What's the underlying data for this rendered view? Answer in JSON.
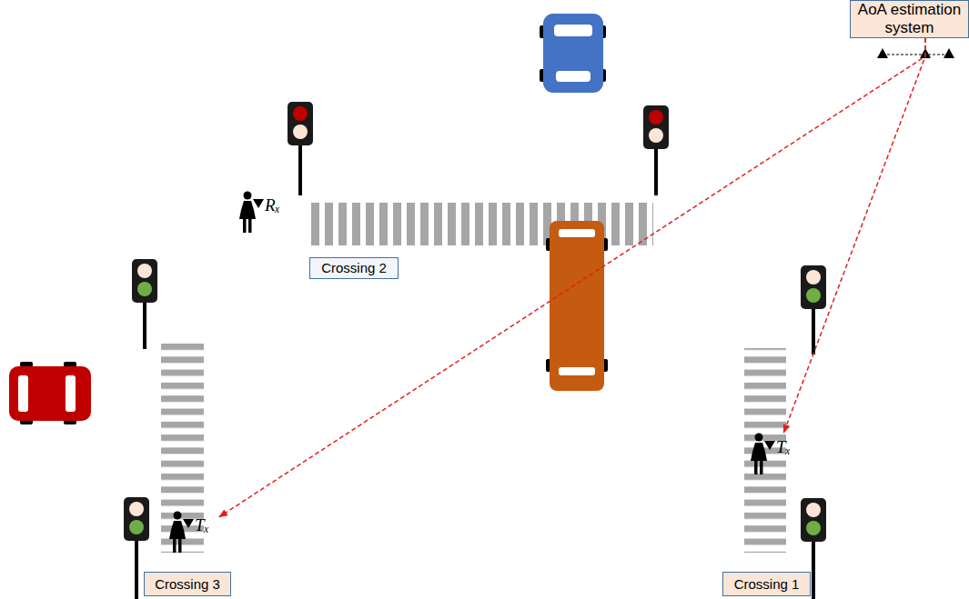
{
  "diagram": {
    "nodes": [
      {
        "text": [
          "AoA estimation system"
        ]
      },
      {
        "text": [
          "Rₓ"
        ]
      },
      {
        "text": [
          "Crossing 2"
        ]
      },
      {
        "text": [
          "Tₓ"
        ]
      },
      {
        "text": [
          "Tₓ"
        ]
      },
      {
        "text": [
          "Crossing 3"
        ]
      },
      {
        "text": [
          "Crossing 1"
        ]
      }
    ],
    "edges": [
      {
        "from": 0,
        "to": 3,
        "arrow": "to"
      },
      {
        "from": 0,
        "to": 4,
        "arrow": "to"
      }
    ]
  }
}
